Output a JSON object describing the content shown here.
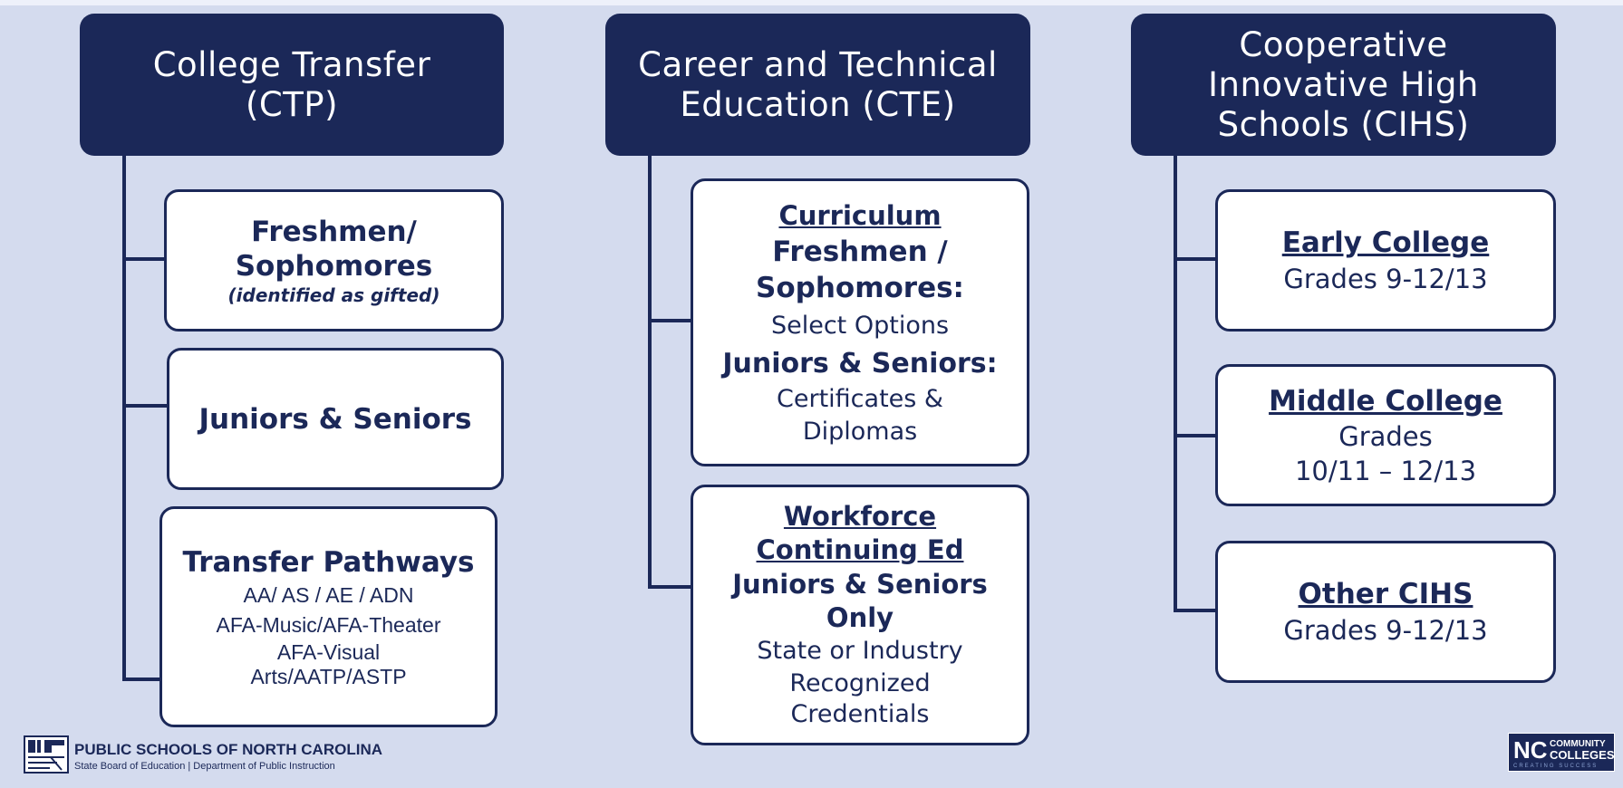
{
  "columns": [
    {
      "header": [
        "College Transfer",
        "(CTP)"
      ],
      "boxes": [
        {
          "title": [
            "Freshmen/",
            "Sophomores"
          ],
          "note": "(identified as gifted)"
        },
        {
          "title": [
            "Juniors & Seniors"
          ]
        },
        {
          "title": [
            "Transfer Pathways"
          ],
          "lines": [
            "AA/ AS / AE / ADN",
            "AFA-Music/AFA-Theater",
            "AFA-Visual",
            "Arts/AATP/ASTP"
          ]
        }
      ]
    },
    {
      "header": [
        "Career and Technical",
        "Education (CTE)"
      ],
      "boxes": [
        {
          "heading": "Curriculum",
          "sub1": [
            "Freshmen /",
            "Sophomores:"
          ],
          "sub1_text": "Select Options",
          "sub2": "Juniors & Seniors:",
          "sub2_text": [
            "Certificates &",
            "Diplomas"
          ]
        },
        {
          "heading": [
            "Workforce",
            "Continuing Ed"
          ],
          "sub1": [
            "Juniors & Seniors",
            "Only"
          ],
          "sub1_text": [
            "State or Industry",
            "Recognized",
            "Credentials"
          ]
        }
      ]
    },
    {
      "header": [
        "Cooperative",
        "Innovative High",
        "Schools (CIHS)"
      ],
      "boxes": [
        {
          "heading": "Early College",
          "text": [
            "Grades 9-12/13"
          ]
        },
        {
          "heading": "Middle College",
          "text": [
            "Grades",
            "10/11 – 12/13"
          ]
        },
        {
          "heading": "Other CIHS",
          "text": [
            "Grades 9-12/13"
          ]
        }
      ]
    }
  ],
  "footer": {
    "left_title": "PUBLIC SCHOOLS OF NORTH CAROLINA",
    "left_subtitle": "State Board of Education | Department of Public Instruction",
    "right_logo_main": "NC",
    "right_logo_top": "COMMUNITY",
    "right_logo_bottom": "COLLEGES",
    "right_logo_tag": "CREATING SUCCESS"
  },
  "colors": {
    "navy": "#1b2858",
    "background": "#d4dbee"
  },
  "icons": [
    "nc-map-logo-icon"
  ]
}
